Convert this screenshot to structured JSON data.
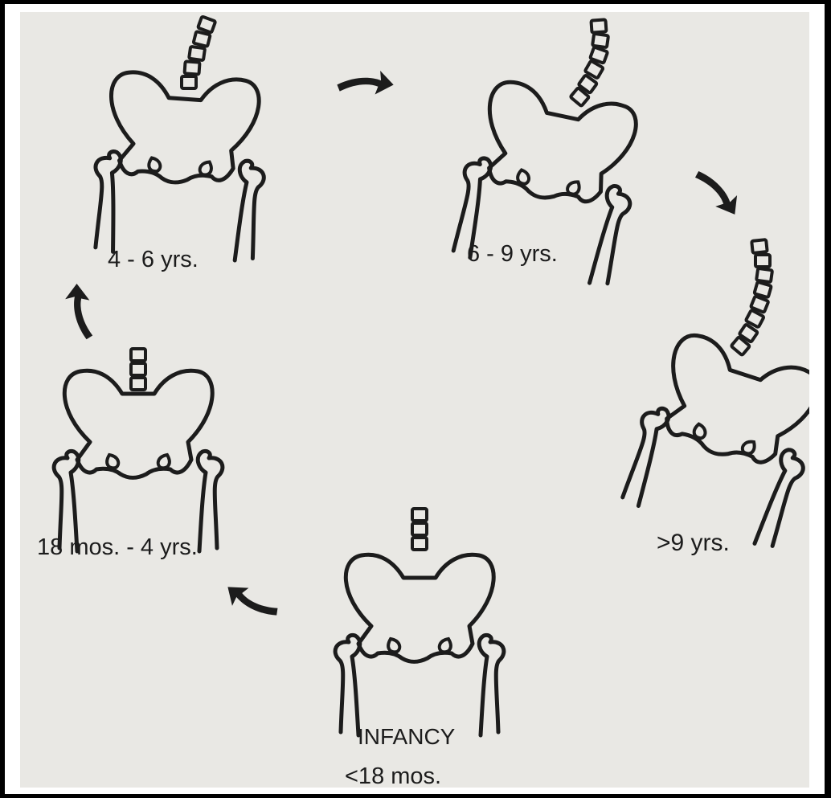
{
  "stages": [
    {
      "id": "infancy",
      "label": "INFANCY",
      "sublabel": "<18 mos."
    },
    {
      "id": "toddler",
      "label": "18 mos. - 4 yrs."
    },
    {
      "id": "early",
      "label": "4 - 6 yrs."
    },
    {
      "id": "middle",
      "label": "6 - 9 yrs."
    },
    {
      "id": "late",
      "label": ">9 yrs."
    }
  ],
  "colors": {
    "ink": "#1c1c1c",
    "paper": "#e9e8e4",
    "border": "#000000"
  }
}
